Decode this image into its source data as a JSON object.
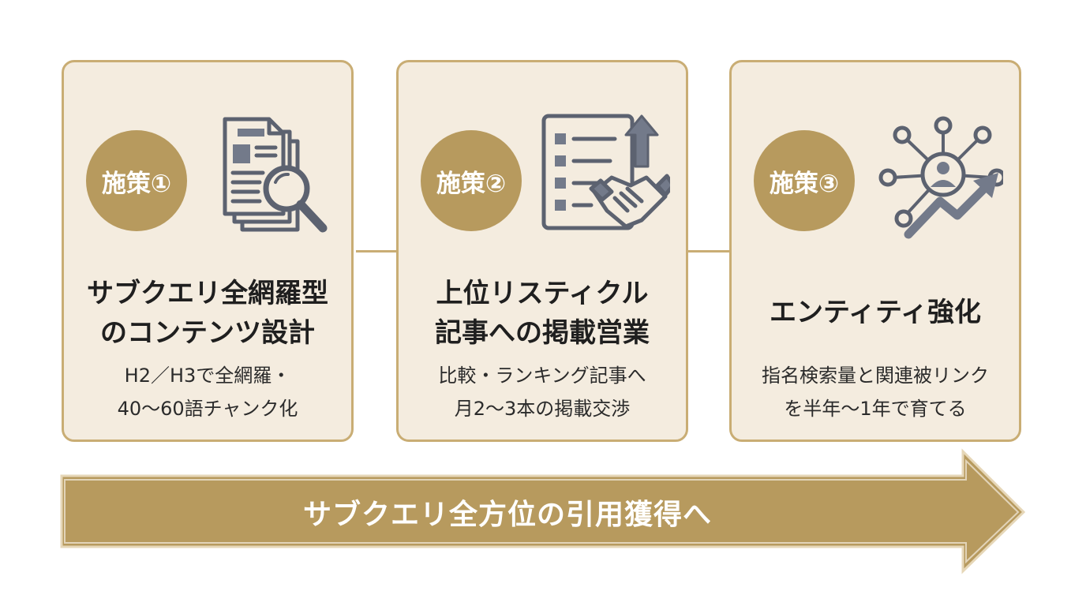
{
  "steps": [
    {
      "badge": "施策①",
      "title_lines": [
        "サブクエリ全網羅型",
        "のコンテンツ設計"
      ],
      "desc_lines": [
        "H2／H3で全網羅・",
        "40〜60語チャンク化"
      ]
    },
    {
      "badge": "施策②",
      "title_lines": [
        "上位リスティクル",
        "記事への掲載営業"
      ],
      "desc_lines": [
        "比較・ランキング記事へ",
        "月2〜3本の掲載交渉"
      ]
    },
    {
      "badge": "施策③",
      "title_lines": [
        "エンティティ強化"
      ],
      "desc_lines": [
        "指名検索量と関連被リンク",
        "を半年〜1年で育てる"
      ]
    }
  ],
  "arrow": {
    "label": "サブクエリ全方位の引用獲得へ"
  },
  "colors": {
    "gold": "#b79a5e",
    "border": "#c9ad74",
    "card_bg": "#f4ecdf",
    "icon_stroke": "#5c6270",
    "icon_fill": "#737a8a"
  },
  "icons": [
    "documents-search-icon",
    "checklist-handshake-icon",
    "network-growth-icon"
  ]
}
